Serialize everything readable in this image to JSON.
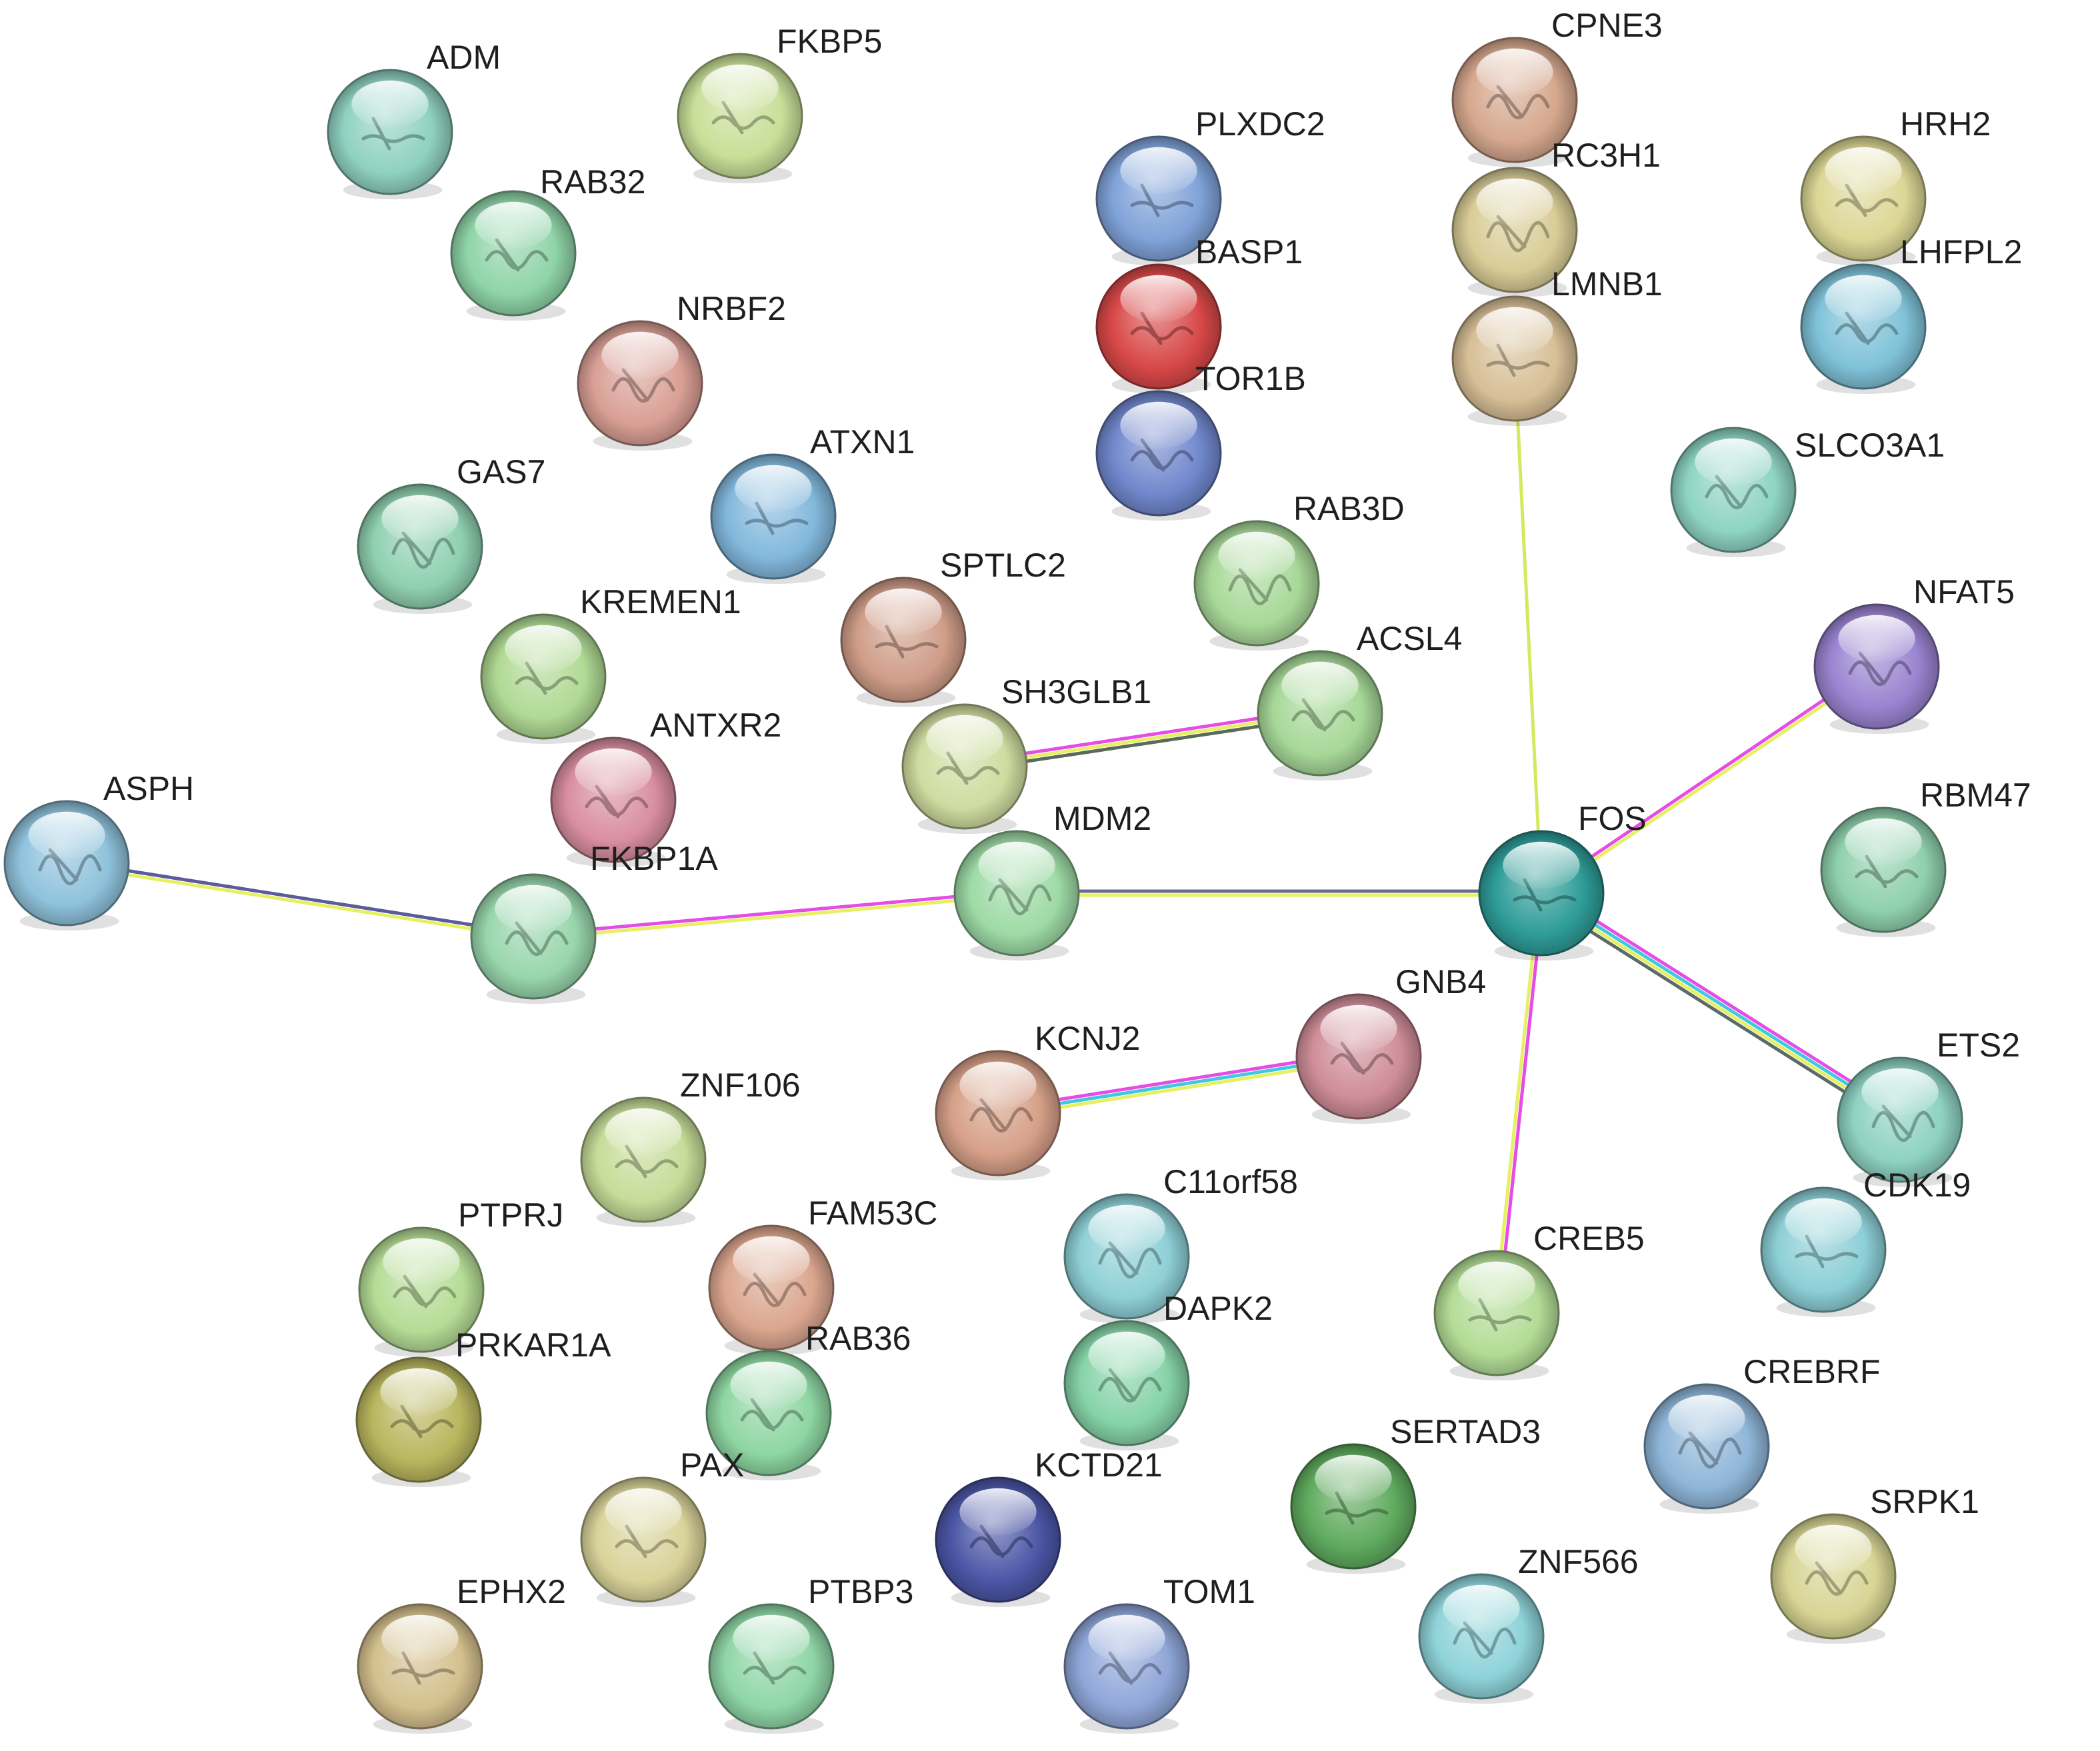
{
  "network": {
    "nodes": [
      {
        "id": "ADM",
        "label": "ADM",
        "color": "#8fd1c0"
      },
      {
        "id": "FKBP5",
        "label": "FKBP5",
        "color": "#c8df98"
      },
      {
        "id": "RAB32",
        "label": "RAB32",
        "color": "#8fd4a8"
      },
      {
        "id": "NRBF2",
        "label": "NRBF2",
        "color": "#d99f95"
      },
      {
        "id": "GAS7",
        "label": "GAS7",
        "color": "#8fd0b0"
      },
      {
        "id": "ATXN1",
        "label": "ATXN1",
        "color": "#82b8dc"
      },
      {
        "id": "KREMEN1",
        "label": "KREMEN1",
        "color": "#b0d994"
      },
      {
        "id": "ANTXR2",
        "label": "ANTXR2",
        "color": "#d98e9f"
      },
      {
        "id": "FKBP1A",
        "label": "FKBP1A",
        "color": "#98d6ac"
      },
      {
        "id": "ASPH",
        "label": "ASPH",
        "color": "#8fc2dc"
      },
      {
        "id": "PLXDC2",
        "label": "PLXDC2",
        "color": "#7fa2d8"
      },
      {
        "id": "BASP1",
        "label": "BASP1",
        "color": "#d84848"
      },
      {
        "id": "TOR1B",
        "label": "TOR1B",
        "color": "#7087cc"
      },
      {
        "id": "CPNE3",
        "label": "CPNE3",
        "color": "#d6a88e"
      },
      {
        "id": "RC3H1",
        "label": "RC3H1",
        "color": "#d8cc96"
      },
      {
        "id": "LMNB1",
        "label": "LMNB1",
        "color": "#d7bf96"
      },
      {
        "id": "HRH2",
        "label": "HRH2",
        "color": "#dcd795"
      },
      {
        "id": "LHFPL2",
        "label": "LHFPL2",
        "color": "#7fc2d8"
      },
      {
        "id": "SLCO3A1",
        "label": "SLCO3A1",
        "color": "#8ed4c3"
      },
      {
        "id": "RAB3D",
        "label": "RAB3D",
        "color": "#a8d898"
      },
      {
        "id": "SPTLC2",
        "label": "SPTLC2",
        "color": "#cf9d88"
      },
      {
        "id": "SH3GLB1",
        "label": "SH3GLB1",
        "color": "#cfdca0"
      },
      {
        "id": "ACSL4",
        "label": "ACSL4",
        "color": "#a6d898"
      },
      {
        "id": "NFAT5",
        "label": "NFAT5",
        "color": "#9a83d0"
      },
      {
        "id": "MDM2",
        "label": "MDM2",
        "color": "#9edaa6"
      },
      {
        "id": "FOS",
        "label": "FOS",
        "color": "#2e9c98"
      },
      {
        "id": "RBM47",
        "label": "RBM47",
        "color": "#8fd0ac"
      },
      {
        "id": "GNB4",
        "label": "GNB4",
        "color": "#cf8d98"
      },
      {
        "id": "KCNJ2",
        "label": "KCNJ2",
        "color": "#d6a088"
      },
      {
        "id": "ETS2",
        "label": "ETS2",
        "color": "#8ed2c2"
      },
      {
        "id": "CDK19",
        "label": "CDK19",
        "color": "#8ccfd6"
      },
      {
        "id": "ZNF106",
        "label": "ZNF106",
        "color": "#c6dc98"
      },
      {
        "id": "PTPRJ",
        "label": "PTPRJ",
        "color": "#b5dc96"
      },
      {
        "id": "FAM53C",
        "label": "FAM53C",
        "color": "#dba68e"
      },
      {
        "id": "C11orf58",
        "label": "C11orf58",
        "color": "#8ed0d6"
      },
      {
        "id": "CREB5",
        "label": "CREB5",
        "color": "#b3dc96"
      },
      {
        "id": "PRKAR1A",
        "label": "PRKAR1A",
        "color": "#b9b65e"
      },
      {
        "id": "RAB36",
        "label": "RAB36",
        "color": "#8ed6a2"
      },
      {
        "id": "DAPK2",
        "label": "DAPK2",
        "color": "#86d3a8"
      },
      {
        "id": "CREBRF",
        "label": "CREBRF",
        "color": "#8fb6d8"
      },
      {
        "id": "SERTAD3",
        "label": "SERTAD3",
        "color": "#5faa5e"
      },
      {
        "id": "PAX",
        "label": "PAX",
        "color": "#d9d39a"
      },
      {
        "id": "KCTD21",
        "label": "KCTD21",
        "color": "#4b56a6"
      },
      {
        "id": "SRPK1",
        "label": "SRPK1",
        "color": "#d7d594"
      },
      {
        "id": "ZNF566",
        "label": "ZNF566",
        "color": "#8ed3d9"
      },
      {
        "id": "EPHX2",
        "label": "EPHX2",
        "color": "#d4c08e"
      },
      {
        "id": "PTBP3",
        "label": "PTBP3",
        "color": "#8fd6a6"
      },
      {
        "id": "TOM1",
        "label": "TOM1",
        "color": "#8fa6d8"
      }
    ],
    "edges": [
      {
        "source": "ASPH",
        "target": "FKBP1A",
        "evidence": [
          "#5b5b9e",
          "#e6f060"
        ]
      },
      {
        "source": "FKBP1A",
        "target": "MDM2",
        "evidence": [
          "#e64ce6",
          "#e6f060"
        ]
      },
      {
        "source": "MDM2",
        "target": "FOS",
        "evidence": [
          "#6b6b8e",
          "#e6f060"
        ]
      },
      {
        "source": "SH3GLB1",
        "target": "ACSL4",
        "evidence": [
          "#e64ce6",
          "#e6f060",
          "#5b6b5b"
        ]
      },
      {
        "source": "LMNB1",
        "target": "FOS",
        "evidence": [
          "#d6e860"
        ]
      },
      {
        "source": "FOS",
        "target": "NFAT5",
        "evidence": [
          "#e64ce6",
          "#e6f060"
        ]
      },
      {
        "source": "FOS",
        "target": "ETS2",
        "evidence": [
          "#e64ce6",
          "#40c8e0",
          "#e6f060",
          "#5b6b6b"
        ]
      },
      {
        "source": "FOS",
        "target": "CREB5",
        "evidence": [
          "#e64ce6",
          "#e6f060"
        ]
      },
      {
        "source": "KCNJ2",
        "target": "GNB4",
        "evidence": [
          "#e64ce6",
          "#40c8e0",
          "#e6f060"
        ]
      }
    ],
    "colors": {
      "background": "#ffffff",
      "label": "#1e1e1e"
    }
  }
}
